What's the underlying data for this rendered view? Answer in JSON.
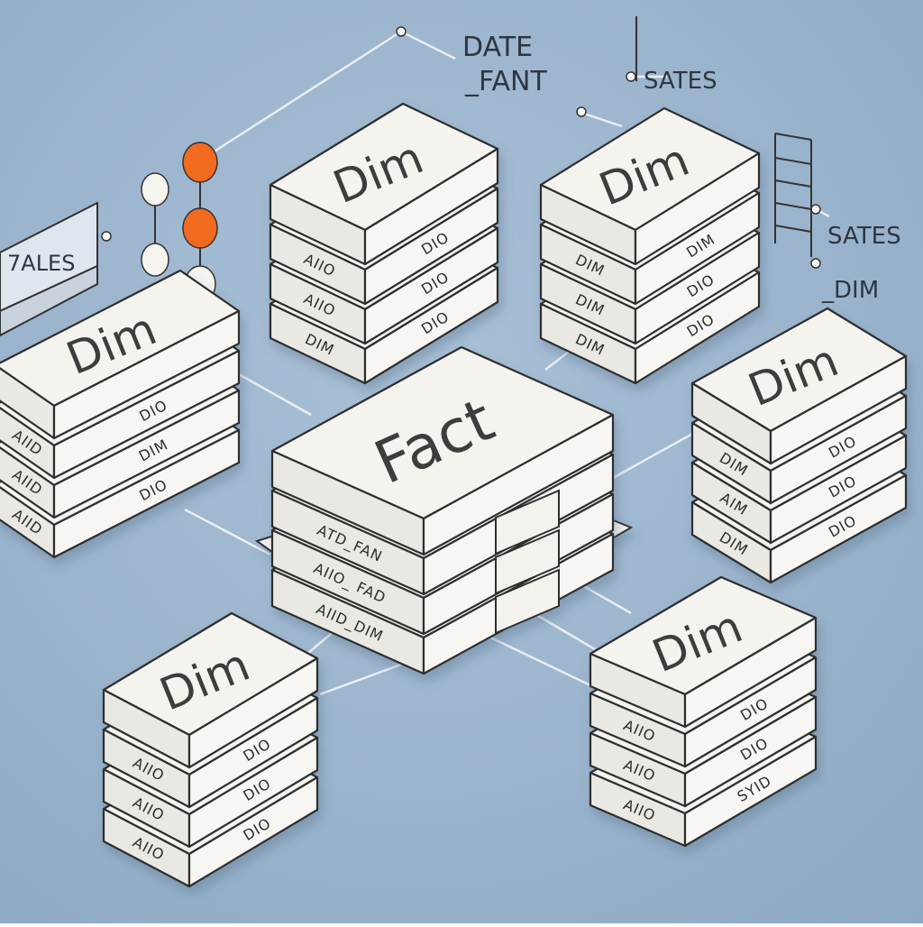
{
  "annotations": {
    "date": "DATE",
    "fant": "_FANT",
    "sates_top": "SATES",
    "sates_right": "SATES",
    "dim_right": "_DIM",
    "tales": "7ALES"
  },
  "colors": {
    "background": "#9bb4cd",
    "block_face": "#f4f3ee",
    "block_stroke": "#2e2e2e",
    "accent_node": "#f06a1f",
    "link_line": "#e8eef4"
  },
  "fact_table": {
    "title": "Fact",
    "rows": [
      "ATD_FAN",
      "AIIO_ FAD",
      "AIID_DIM"
    ]
  },
  "dim_tables": [
    {
      "id": "top-center",
      "title": "Dim",
      "rows": [
        [
          "AIIO",
          "DIO"
        ],
        [
          "AIIO",
          "DIO"
        ],
        [
          "DIM",
          "DIO"
        ]
      ]
    },
    {
      "id": "top-right",
      "title": "Dim",
      "rows": [
        [
          "DIM",
          "DIM"
        ],
        [
          "DIM",
          "DIO"
        ],
        [
          "DIM",
          "DIO"
        ]
      ]
    },
    {
      "id": "left",
      "title": "Dim",
      "rows": [
        [
          "AIID",
          "DIO"
        ],
        [
          "AIID",
          "DIM"
        ],
        [
          "AIID",
          "DIO"
        ]
      ]
    },
    {
      "id": "right",
      "title": "Dim",
      "rows": [
        [
          "DIM",
          "DIO"
        ],
        [
          "AIM",
          "DIO"
        ],
        [
          "DIM",
          "DIO"
        ]
      ]
    },
    {
      "id": "bottom-left",
      "title": "Dim",
      "rows": [
        [
          "AIIO",
          "DIO"
        ],
        [
          "AIIO",
          "DIO"
        ],
        [
          "AIIO",
          "DIO"
        ]
      ]
    },
    {
      "id": "bottom-right",
      "title": "Dim",
      "rows": [
        [
          "AIIO",
          "DIO"
        ],
        [
          "AIIO",
          "DIO"
        ],
        [
          "AIIO",
          "SYID"
        ]
      ]
    }
  ],
  "left_panel_label": "7ALES"
}
